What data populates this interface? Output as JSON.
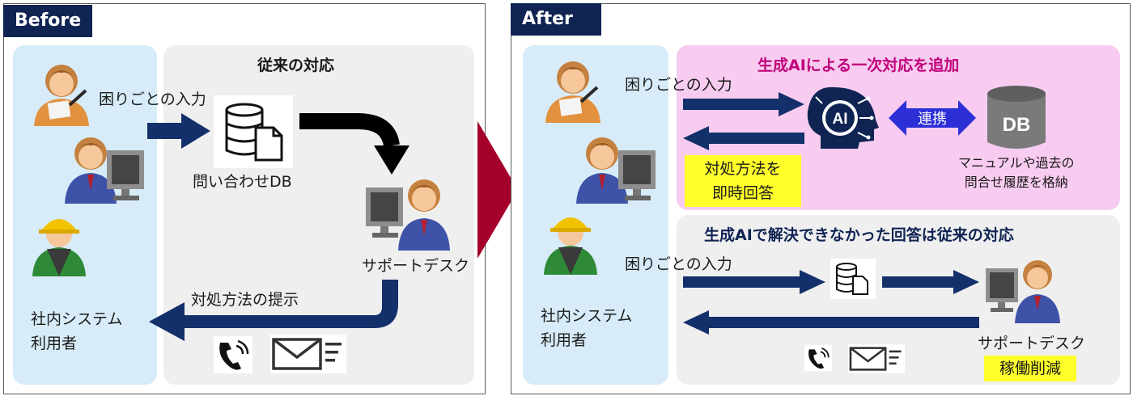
{
  "before": {
    "tag": "Before",
    "users_label_line1": "社内システム",
    "users_label_line2": "利用者",
    "section_title": "従来の対応",
    "input_label": "困りごとの入力",
    "db_label": "問い合わせDB",
    "desk_label": "サポートデスク",
    "reply_label": "対処方法の提示"
  },
  "after": {
    "tag": "After",
    "users_label_line1": "社内システム",
    "users_label_line2": "利用者",
    "ai_section_title": "生成AIによる一次対応を追加",
    "ai_input_label": "困りごとの入力",
    "ai_icon_text": "AI",
    "link_label": "連携",
    "db_icon_text": "DB",
    "db_desc_line1": "マニュアルや過去の",
    "db_desc_line2": "問合せ履歴を格納",
    "instant_line1": "対処方法を",
    "instant_line2": "即時回答",
    "fallback_title": "生成AIで解決できなかった回答は従来の対応",
    "fallback_input_label": "困りごとの入力",
    "desk_label": "サポートデスク",
    "reduction_label": "稼働削減"
  },
  "colors": {
    "navy": "#0f2453",
    "arrow_navy": "#14306b",
    "title_red": "#c0007a",
    "lane_blue": "#d7ecf8",
    "pink": "#f8ccf0",
    "grey": "#efefef",
    "highlight": "#ffff2a",
    "transition_red": "#a5002b"
  }
}
